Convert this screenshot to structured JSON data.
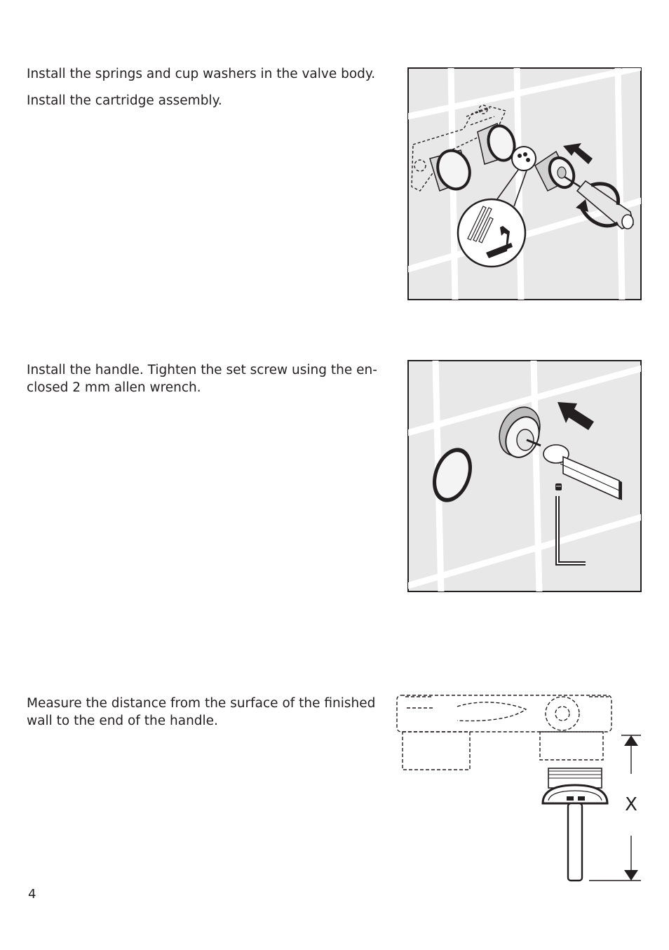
{
  "section1": {
    "line1": "Install the springs and cup washers in the valve body.",
    "line2": "Install the cartridge assembly."
  },
  "section2": {
    "line1": "Install the handle.  Tighten the set screw using the en-",
    "line2": "closed 2 mm allen wrench."
  },
  "section3": {
    "line1": "Measure the distance from the surface of the finished",
    "line2": "wall to the end of the handle.",
    "dimension_label": "X"
  },
  "page_number": "4"
}
